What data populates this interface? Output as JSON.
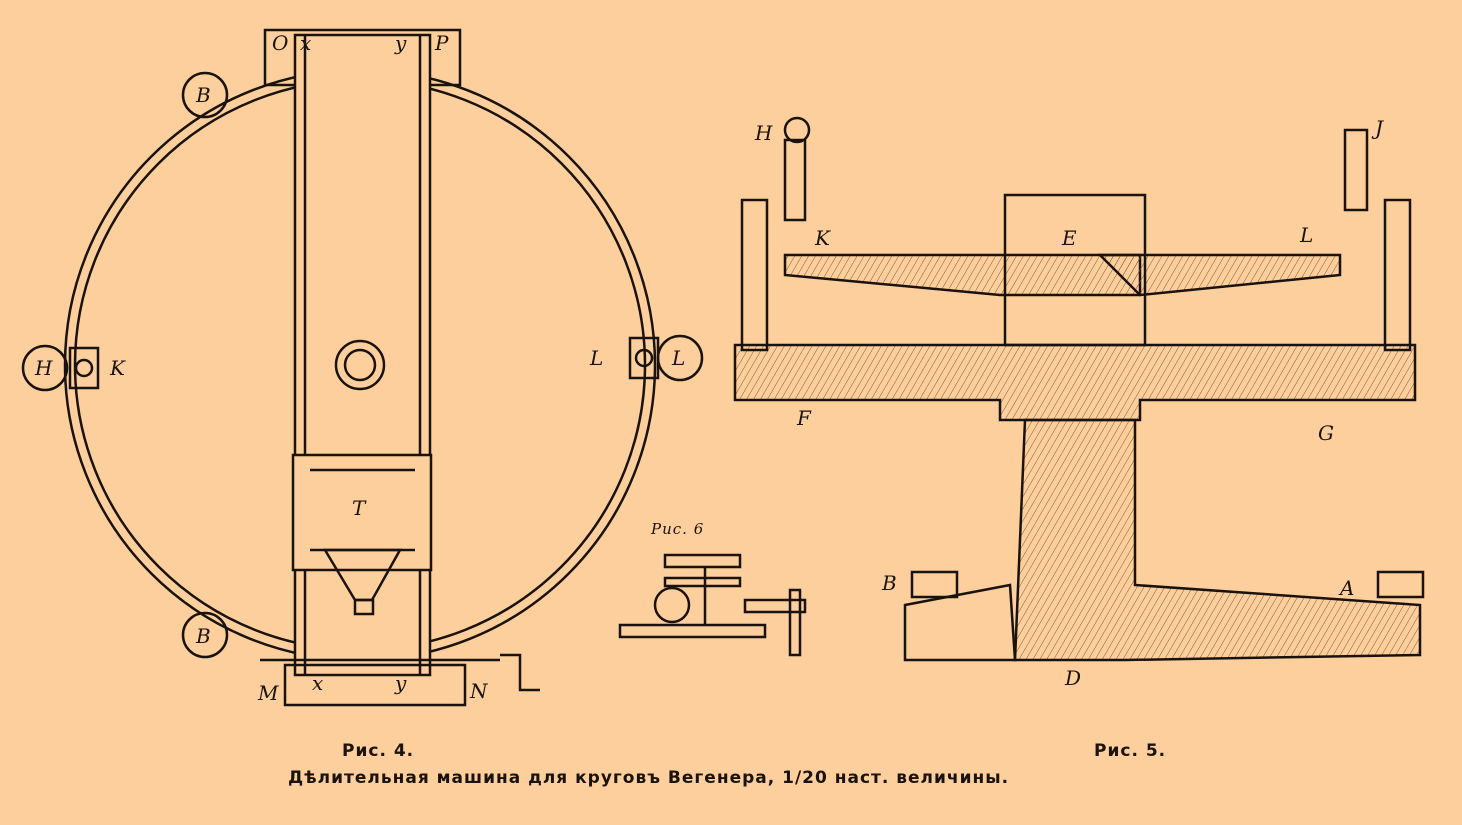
{
  "figures": {
    "fig4": {
      "caption": "Рис. 4.",
      "labels": [
        "O",
        "x",
        "y",
        "P",
        "B",
        "B",
        "H",
        "K",
        "L",
        "L",
        "T",
        "M",
        "x",
        "y",
        "N"
      ]
    },
    "fig5": {
      "caption": "Рис. 5.",
      "labels": [
        "H",
        "J",
        "K",
        "L",
        "E",
        "F",
        "G",
        "B",
        "A",
        "D"
      ]
    },
    "fig6": {
      "caption": "Рис. 6"
    }
  },
  "caption": "Дѣлительная машина для круговъ Вегенера, 1/20 наст. величины.",
  "colors": {
    "paper": "#fccf9c",
    "ink": "#1a120c",
    "hatch": "#e8b07c"
  }
}
